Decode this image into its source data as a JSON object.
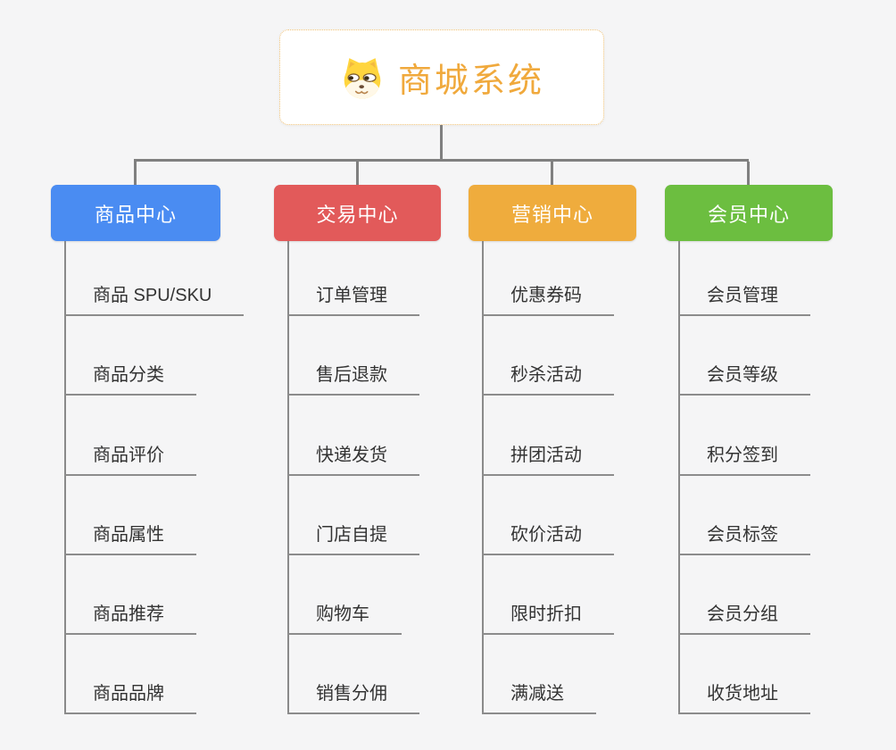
{
  "root": {
    "title": "商城系统",
    "icon": "doge-dog-face-icon",
    "title_color": "#F0A93C",
    "border_color": "#F0C278",
    "background": "#FFFFFF"
  },
  "canvas": {
    "background": "#F5F5F6",
    "connector_color": "#808080",
    "item_line_color": "#8C8C8C",
    "item_text_color": "#333333"
  },
  "branches": [
    {
      "label": "商品中心",
      "color": "#4A8CF2",
      "items": [
        "商品 SPU/SKU",
        "商品分类",
        "商品评价",
        "商品属性",
        "商品推荐",
        "商品品牌"
      ]
    },
    {
      "label": "交易中心",
      "color": "#E25A5A",
      "items": [
        "订单管理",
        "售后退款",
        "快递发货",
        "门店自提",
        "购物车",
        "销售分佣"
      ]
    },
    {
      "label": "营销中心",
      "color": "#EFAC3D",
      "items": [
        "优惠券码",
        "秒杀活动",
        "拼团活动",
        "砍价活动",
        "限时折扣",
        "满减送"
      ]
    },
    {
      "label": "会员中心",
      "color": "#6CBE40",
      "items": [
        "会员管理",
        "会员等级",
        "积分签到",
        "会员标签",
        "会员分组",
        "收货地址"
      ]
    }
  ]
}
